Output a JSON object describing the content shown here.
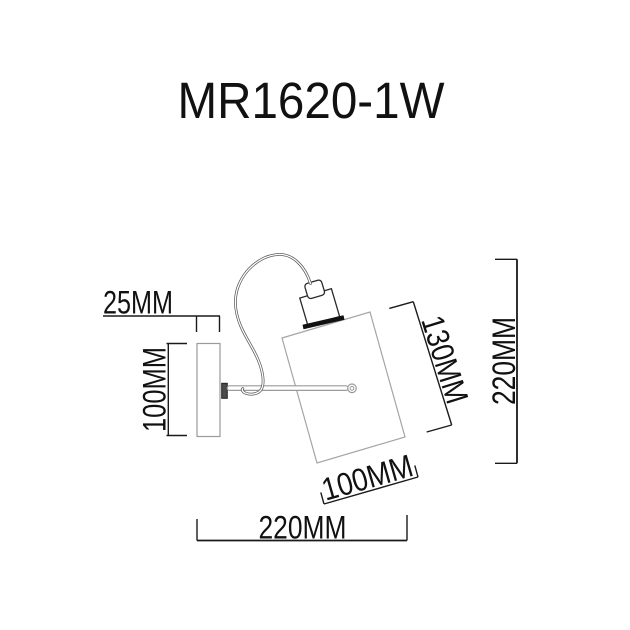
{
  "page": {
    "background": "#ffffff",
    "kind": "product technical dimension drawing",
    "product_view": "wall sconce side view"
  },
  "title": "MR1620-1W",
  "colors": {
    "dimension_lines": "#1a1a1a",
    "label_text": "#111111",
    "drawing_outline_gray": "#9a9a9a",
    "dark_fitting": "#2a2a2a"
  },
  "dimensions": {
    "plate_depth": "25MM",
    "plate_height": "100MM",
    "shade_length": "130MM",
    "overall_height": "220MM",
    "shade_width": "100MM",
    "overall_width": "220MM"
  }
}
